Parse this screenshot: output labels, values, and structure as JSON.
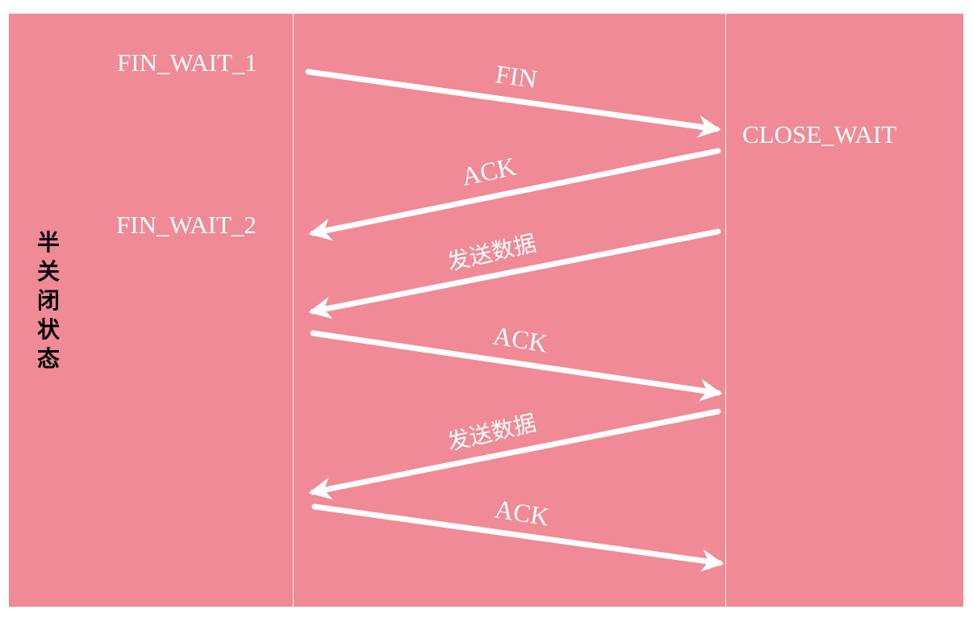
{
  "colors": {
    "panel_background": "#ef8a96",
    "page_background": "#ffffff",
    "arrow": "#ffffff",
    "state_text": "#ffffff",
    "side_label_text": "#000000"
  },
  "side_label": "半关闭状态",
  "states": {
    "client_1": "FIN_WAIT_1",
    "client_2": "FIN_WAIT_2",
    "server_1": "CLOSE_WAIT"
  },
  "messages": [
    {
      "label": "FIN",
      "direction": "client-to-server"
    },
    {
      "label": "ACK",
      "direction": "server-to-client"
    },
    {
      "label": "发送数据",
      "direction": "server-to-client"
    },
    {
      "label": "ACK",
      "direction": "client-to-server"
    },
    {
      "label": "发送数据",
      "direction": "server-to-client"
    },
    {
      "label": "ACK",
      "direction": "client-to-server"
    }
  ]
}
